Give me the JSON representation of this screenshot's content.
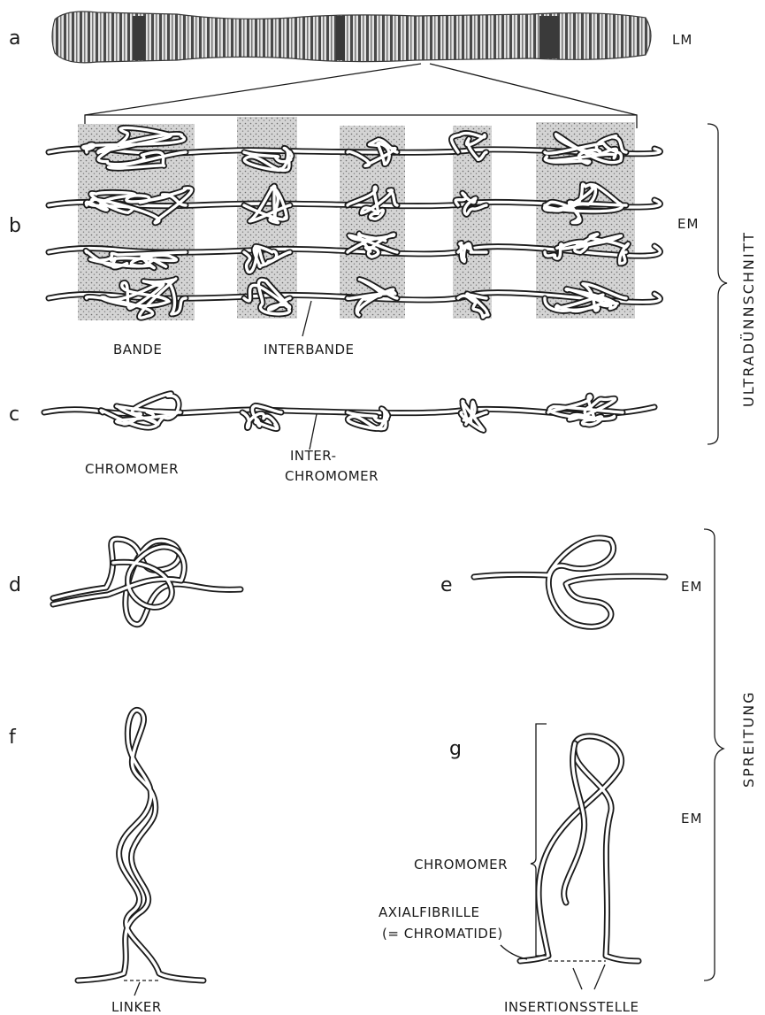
{
  "panels": {
    "a": "a",
    "b": "b",
    "c": "c",
    "d": "d",
    "e": "e",
    "f": "f",
    "g": "g"
  },
  "scales": {
    "lm": "LM",
    "em_b": "EM",
    "em_e": "EM",
    "em_g": "EM"
  },
  "brackets": {
    "ultradunnschnitt": "ULTRADÜNNSCHNITT",
    "spreitung": "SPREITUNG"
  },
  "labels": {
    "bande": "BANDE",
    "interbande": "INTERBANDE",
    "chromomer_c": "CHROMOMER",
    "inter_line1": "INTER-",
    "inter_line2": "CHROMOMER",
    "linker": "LINKER",
    "chromomer_g": "CHROMOMER",
    "axial_line1": "AXIALFIBRILLE",
    "axial_line2": "(= CHROMATIDE)",
    "insertionsstelle": "INSERTIONSSTELLE"
  },
  "colors": {
    "ink": "#1a1a1a",
    "shading": "#c9c9c9",
    "paper": "#ffffff"
  }
}
